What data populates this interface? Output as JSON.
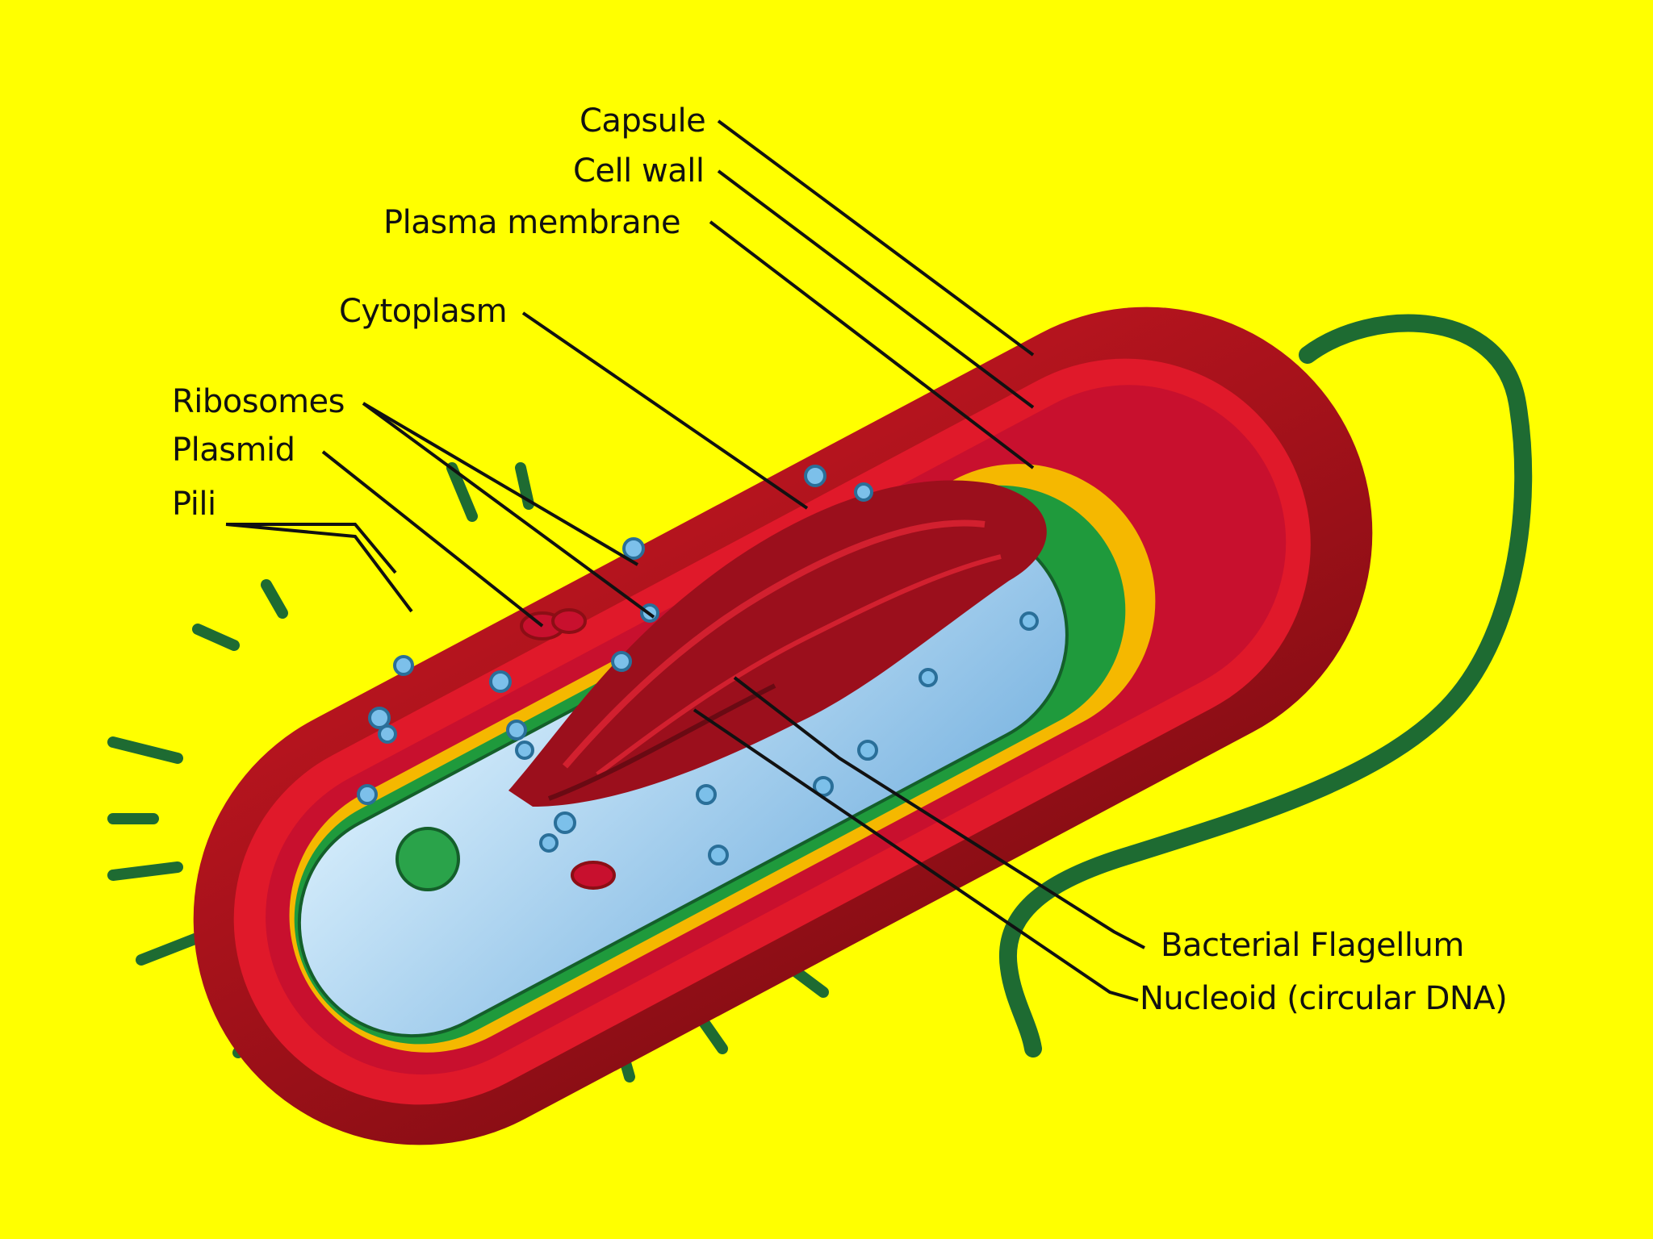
{
  "labels": {
    "capsule": "Capsule",
    "cell_wall": "Cell wall",
    "plasma_membrane": "Plasma membrane",
    "cytoplasm": "Cytoplasm",
    "ribosomes": "Ribosomes",
    "plasmid": "Plasmid",
    "pili": "Pili",
    "flagellum": "Bacterial Flagellum",
    "nucleoid": "Nucleoid (circular DNA)"
  },
  "colors": {
    "background": "#ffff00",
    "capsule": "#c8102e",
    "cell_wall": "#f5b800",
    "plasma_membrane": "#1f9a3c",
    "cytoplasm": "#a9d3f0",
    "nucleoid": "#9b0f1c",
    "pili": "#1e6b32",
    "flagellum": "#1e6b32"
  }
}
